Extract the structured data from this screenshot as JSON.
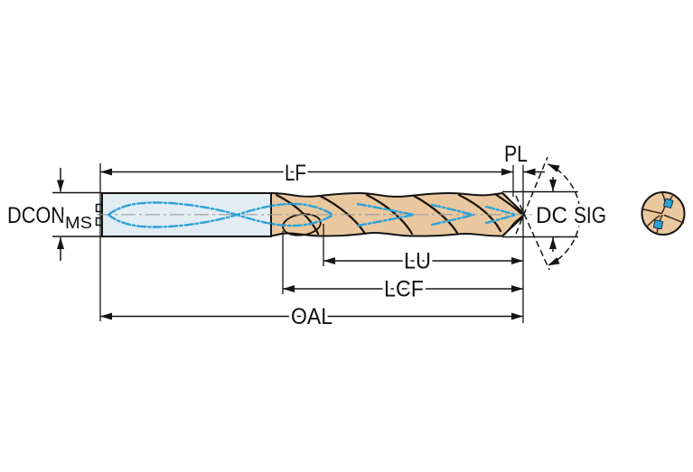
{
  "figure": {
    "type": "tool-dimension-diagram",
    "labels": {
      "lf": "LF",
      "pl": "PL",
      "dcon": "DCON",
      "dcon_subscript": "MS",
      "dc": "DC",
      "sig": "SIG",
      "lu": "LU",
      "lcf": "LCF",
      "oal": "OAL"
    },
    "colors": {
      "background": "#ffffff",
      "shank_fill": "#e2ecf3",
      "flute_fill": "#e9c8a0",
      "coolant_blue": "#2ea2d8",
      "outline_black": "#141414",
      "centerline_gray": "#9b9b9b"
    }
  }
}
